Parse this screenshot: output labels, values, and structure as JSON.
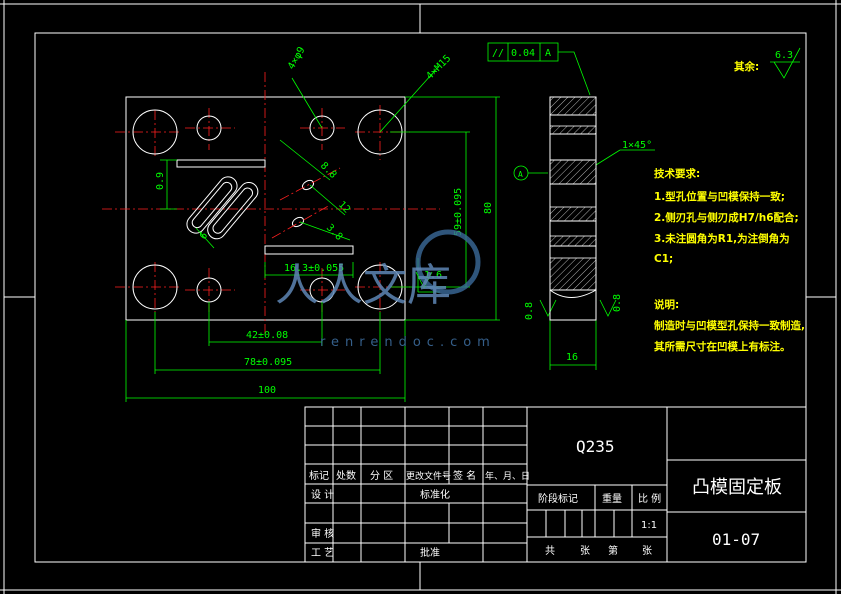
{
  "drawing": {
    "title": "凸模固定板",
    "number": "01-07",
    "material": "Q235",
    "scale": "1:1",
    "roughness_rest_label": "其余:",
    "roughness_rest_value": "6.3"
  },
  "dimensions": {
    "width_total": "100",
    "d_78": "78±0.095",
    "d_42": "42±0.08",
    "d_16_3": "16.3±0.055",
    "d_59": "59±0.095",
    "height_80": "80",
    "d_9_left": "0.9",
    "d_4xphi9": "4×φ9",
    "d_4xphi15": "4×M15",
    "d_8_8": "8.8",
    "d_12": "12",
    "d_3_8": "3.8",
    "d_6": "6",
    "d_1_6": "1.6",
    "thickness_16": "16",
    "chamfer": "1×45°",
    "d_0_8a": "0.8",
    "d_0_8b": "0.8",
    "tol_parallel": "//",
    "tol_value": "0.04",
    "tol_datum": "A",
    "datum_a": "A"
  },
  "notes": {
    "tech_title": "技术要求:",
    "tech_1": "1.型孔位置与凹模保持一致;",
    "tech_2": "2.侧刃孔与侧刃成H7/h6配合;",
    "tech_3": "3.未注圆角为R1,为注倒角为",
    "tech_3b": "C1;",
    "explain_title": "说明:",
    "explain_1": "制造时与凹模型孔保持一致制造,",
    "explain_2": "其所需尺寸在凹模上有标注。"
  },
  "title_block": {
    "row_labels": [
      "标记",
      "处数",
      "分 区",
      "更改文件号",
      "签 名",
      "年、月、日"
    ],
    "design": "设 计",
    "standard": "标准化",
    "check": "审 核",
    "process": "工 艺",
    "approve": "批准",
    "stage_mark": "阶段标记",
    "weight": "重量",
    "ratio": "比 例",
    "total": "共",
    "sheets": "张",
    "sheet_no": "第",
    "sheet_unit": "张"
  },
  "watermark": {
    "text": "renrendoc.com",
    "logo": "人人文库"
  }
}
